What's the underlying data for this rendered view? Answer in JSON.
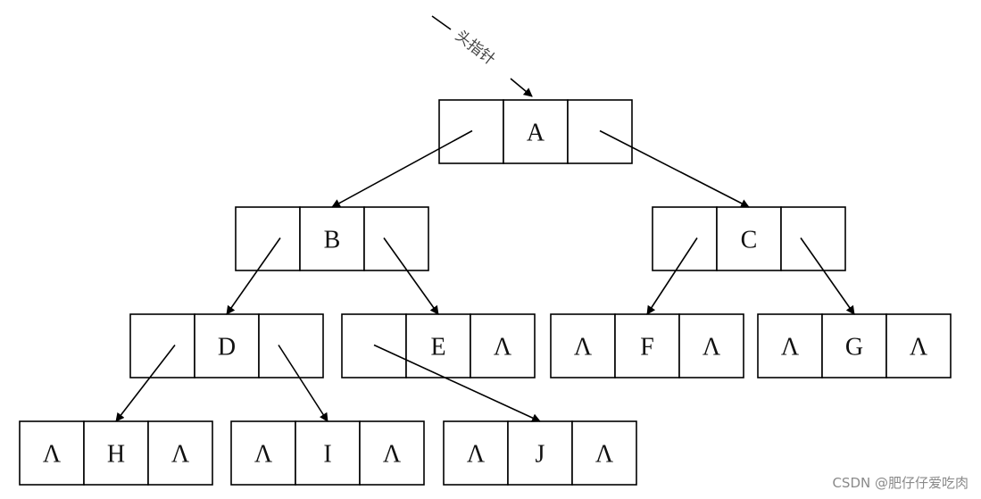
{
  "diagram": {
    "title": "Binary linked list (binary tree) representation",
    "head_pointer_label": "头指针",
    "null_symbol": "Λ",
    "nodes": [
      {
        "id": "A",
        "label": "A",
        "left": "B",
        "right": "C"
      },
      {
        "id": "B",
        "label": "B",
        "left": "D",
        "right": "E"
      },
      {
        "id": "C",
        "label": "C",
        "left": "F",
        "right": "G"
      },
      {
        "id": "D",
        "label": "D",
        "left": "H",
        "right": "I"
      },
      {
        "id": "E",
        "label": "E",
        "left": "J",
        "right": null
      },
      {
        "id": "F",
        "label": "F",
        "left": null,
        "right": null
      },
      {
        "id": "G",
        "label": "G",
        "left": null,
        "right": null
      },
      {
        "id": "H",
        "label": "H",
        "left": null,
        "right": null
      },
      {
        "id": "I",
        "label": "I",
        "left": null,
        "right": null
      },
      {
        "id": "J",
        "label": "J",
        "left": null,
        "right": null
      }
    ],
    "head": "A"
  },
  "watermark": "CSDN @肥仔仔爱吃肉"
}
